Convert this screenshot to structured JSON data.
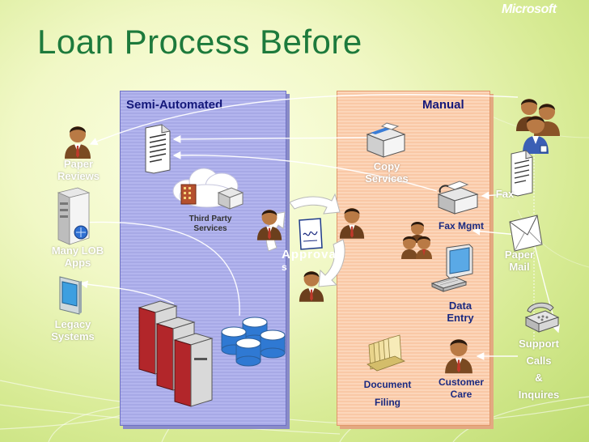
{
  "title": "Loan Process Before",
  "brand": "Microsoft",
  "colors": {
    "title": "#1d7a3c",
    "semi_panel": "#b3b5ee",
    "manual_panel": "#fcd6ba",
    "label_dark": "#1b2a80"
  },
  "panels": {
    "semi_automated": {
      "title": "Semi-Automated"
    },
    "manual": {
      "title": "Manual"
    }
  },
  "left_labels": {
    "paper_reviews": [
      "Paper",
      "Reviews"
    ],
    "many_lob_apps": [
      "Many LOB",
      "Apps"
    ],
    "legacy_systems": [
      "Legacy",
      "Systems"
    ]
  },
  "semi_labels": {
    "third_party_services": [
      "Third Party",
      "Services"
    ]
  },
  "center": {
    "approvals": [
      "Approval",
      "s"
    ]
  },
  "manual_labels": {
    "copy_services": [
      "Copy",
      "Services"
    ],
    "fax_mgmt": "Fax Mgmt",
    "data_entry": [
      "Data",
      "Entry"
    ],
    "document_filing": [
      "Document",
      "Filing"
    ],
    "customer_care": [
      "Customer",
      "Care"
    ]
  },
  "right_labels": {
    "fax": "Fax",
    "paper_mail": [
      "Paper",
      "Mail"
    ],
    "support_calls": [
      "Support",
      "Calls",
      "&",
      "Inquires"
    ]
  },
  "icons": [
    "person-icon",
    "server-icon",
    "monitor-icon",
    "document-icon",
    "cloud-icon",
    "building-icon",
    "database-icon",
    "copier-icon",
    "fax-machine-icon",
    "computer-icon",
    "folder-icon",
    "envelope-icon",
    "telephone-icon",
    "cycle-arrows-icon",
    "signature-icon"
  ]
}
